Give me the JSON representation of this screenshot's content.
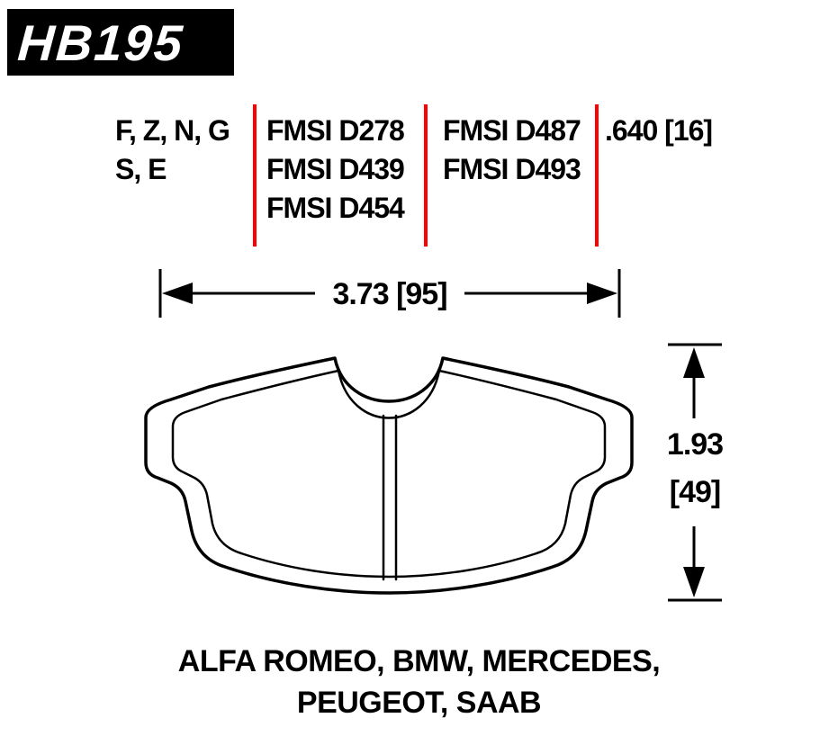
{
  "part": {
    "number": "HB195"
  },
  "table": {
    "compounds_line1": "F, Z, N, G",
    "compounds_line2": "S, E",
    "fmsi_col1": [
      "FMSI D278",
      "FMSI D439",
      "FMSI D454"
    ],
    "fmsi_col2": [
      "FMSI D487",
      "FMSI D493"
    ],
    "thickness": ".640 [16]"
  },
  "dimensions": {
    "width_label": "3.73 [95]",
    "height_line1": "1.93",
    "height_line2": "[49]"
  },
  "applications": {
    "line1": "ALFA ROMEO, BMW, MERCEDES,",
    "line2": "PEUGEOT, SAAB"
  },
  "colors": {
    "divider_red": "#fe0000",
    "ink": "#000000",
    "banner_bg": "#000000",
    "banner_text": "#ffffff"
  }
}
